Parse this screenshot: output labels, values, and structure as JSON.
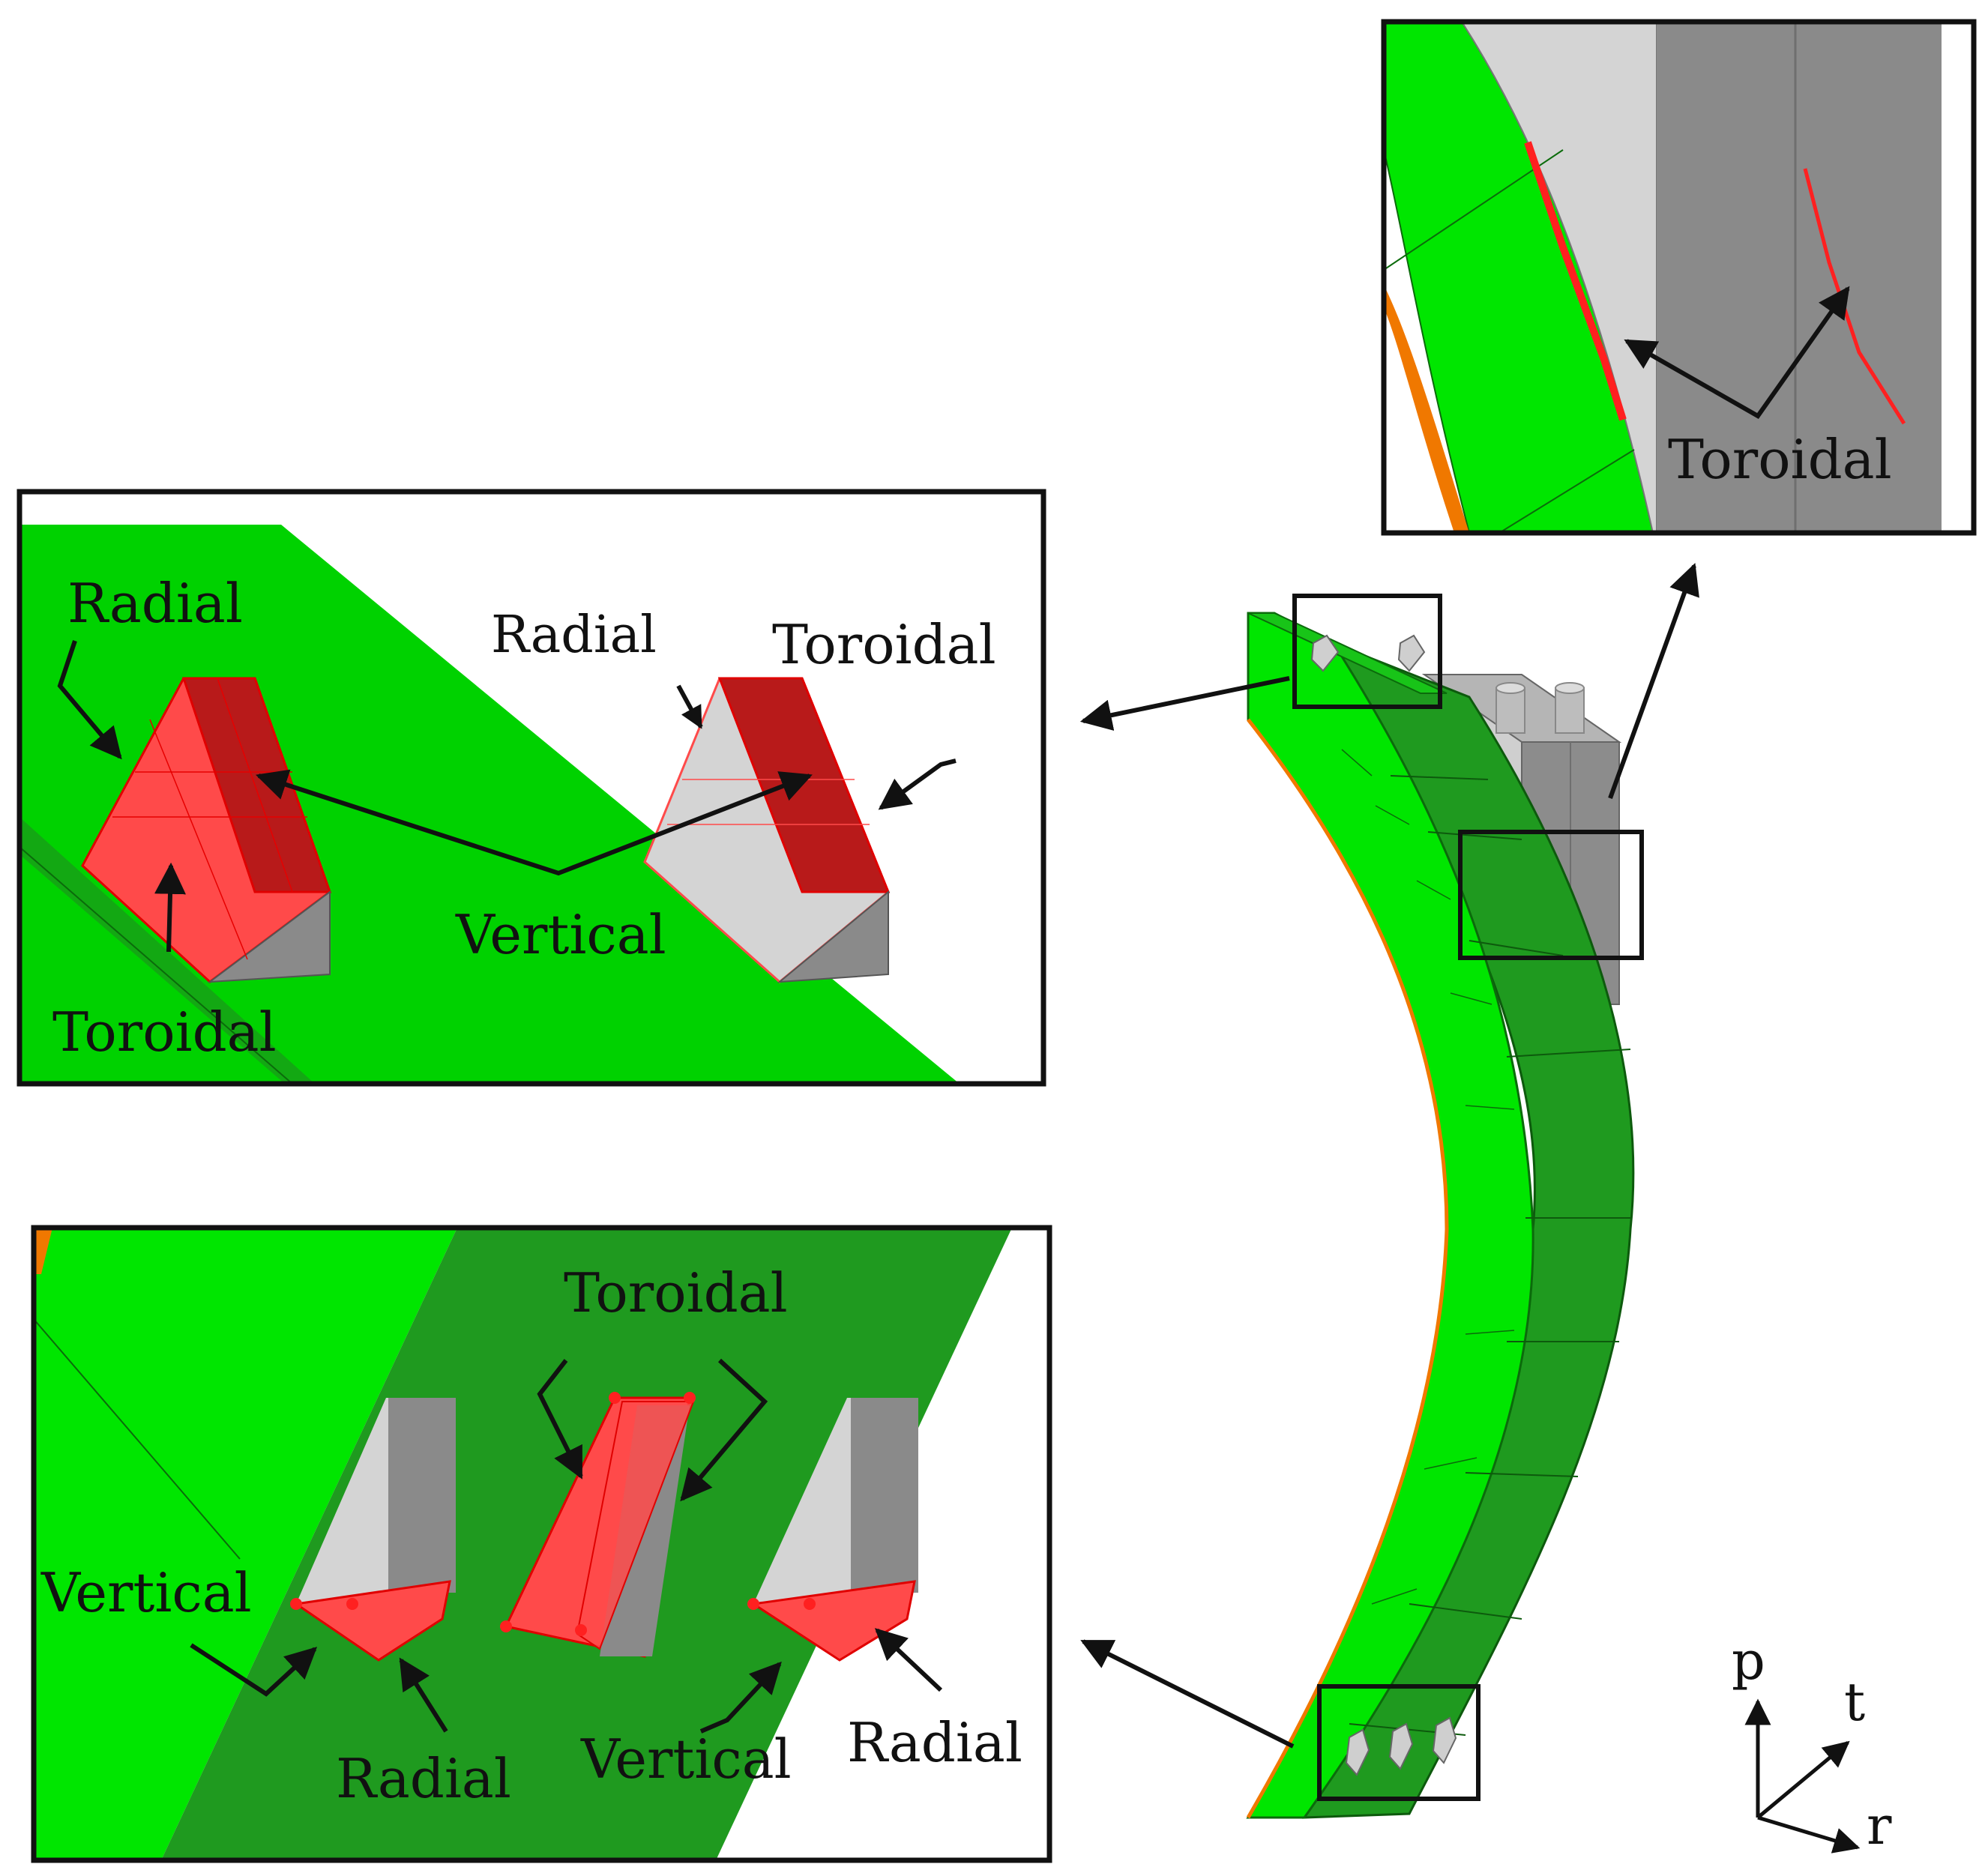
{
  "labels": {
    "radial": "Radial",
    "toroidal": "Toroidal",
    "vertical": "Vertical"
  },
  "axes": {
    "p": "p",
    "t": "t",
    "r": "r"
  },
  "colors": {
    "bright_green": "#00e600",
    "dark_green": "#1f9a1f",
    "mid_green": "#19b719",
    "highlight_red": "#ff4a4a",
    "dark_red": "#b81a1a",
    "light_gray": "#d4d4d4",
    "mid_gray": "#8a8a8a",
    "orange_edge": "#f07800"
  }
}
